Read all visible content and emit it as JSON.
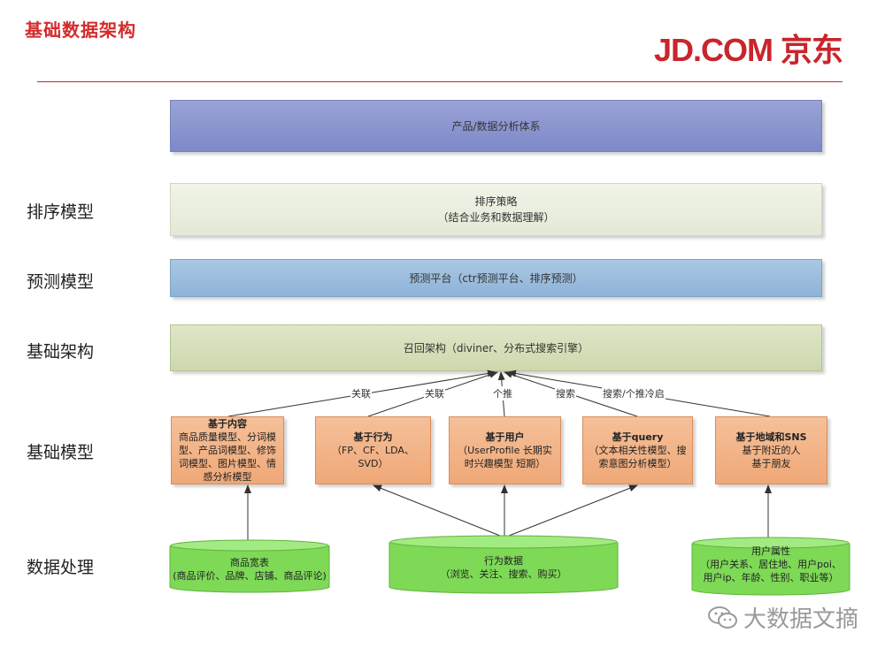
{
  "slide": {
    "title": "基础数据架构",
    "logo": "JD.COM 京东"
  },
  "bands": {
    "top": {
      "text": "产品/数据分析体系"
    },
    "rank": {
      "line1": "排序策略",
      "line2": "（结合业务和数据理解）"
    },
    "pred": {
      "text": "预测平台（ctr预测平台、排序预测）"
    },
    "base": {
      "text": "召回架构（diviner、分布式搜索引擎）"
    }
  },
  "row_labels": {
    "rank": "排序模型",
    "pred": "预测模型",
    "arch": "基础架构",
    "model": "基础模型",
    "data": "数据处理"
  },
  "models": [
    {
      "title": "基于内容",
      "body": "商品质量模型、分词模型、产品词模型、修饰词模型、图片模型、情感分析模型"
    },
    {
      "title": "基于行为",
      "body": "（FP、CF、LDA、SVD）"
    },
    {
      "title": "基于用户",
      "body": "（UserProfile  长期实时兴趣模型  短期）"
    },
    {
      "title": "基于query",
      "body": "（文本相关性模型、搜索意图分析模型）"
    },
    {
      "title": "基于地域和SNS",
      "body": "基于附近的人\n基于朋友"
    }
  ],
  "edge_labels": [
    "关联",
    "关联",
    "个推",
    "搜索",
    "搜索/个推冷启"
  ],
  "data_sources": [
    {
      "title": "商品宽表",
      "body": "(商品评价、品牌、店铺、商品评论)"
    },
    {
      "title": "行为数据",
      "body": "（浏览、关注、搜索、购买）"
    },
    {
      "title": "用户属性",
      "body": "（用户关系、居住地、用户poi、用户ip、年龄、性别、职业等）"
    }
  ],
  "watermark": {
    "text": "大数据文摘",
    "icon": "wechat-icon"
  },
  "colors": {
    "brand": "#c9252b",
    "model_fill": "#efa877",
    "cylinder_fill": "#7ed957"
  }
}
